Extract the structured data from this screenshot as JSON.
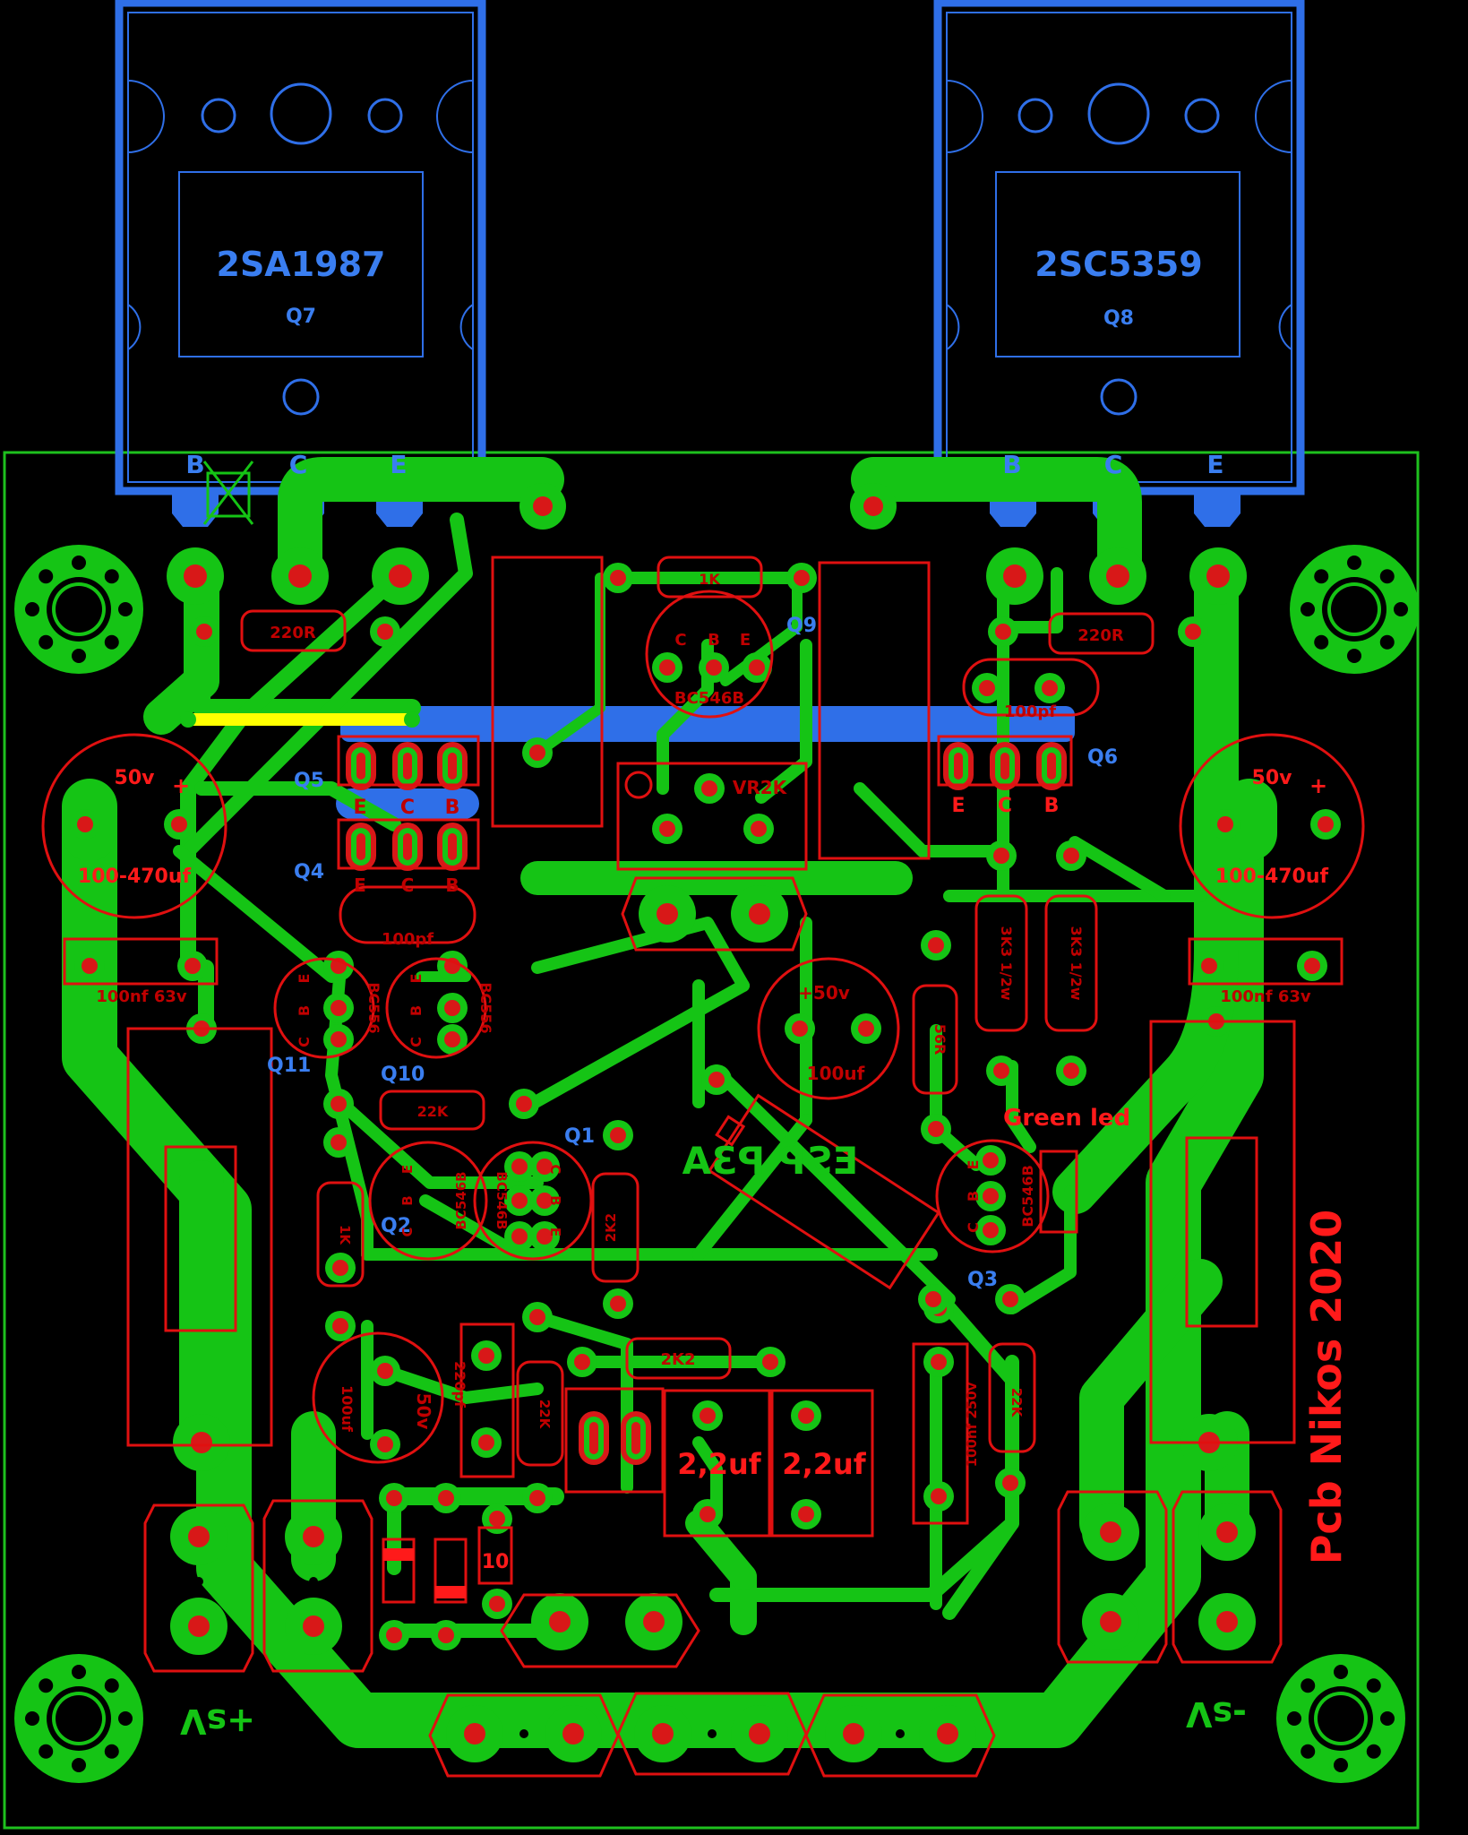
{
  "transistors": {
    "q7": {
      "part": "2SA1987",
      "ref": "Q7"
    },
    "q8": {
      "part": "2SC5359",
      "ref": "Q8"
    },
    "pins": [
      "B",
      "C",
      "E"
    ]
  },
  "refs": {
    "q9": "Q9",
    "q5": "Q5",
    "q4": "Q4",
    "q6": "Q6",
    "q11": "Q11",
    "q10": "Q10",
    "q1": "Q1",
    "q2": "Q2",
    "q3": "Q3"
  },
  "labels": {
    "r_1k": "1K",
    "r_220r_left": "220R",
    "r_220r_right": "220R",
    "q9_part": "BC546B",
    "q9_c": "C",
    "q9_b": "B",
    "q9_e": "E",
    "c_100pf_q6": "100pf",
    "c_100pf_q4": "100pf",
    "vr": "VR2K",
    "q5_e": "E",
    "q5_c": "C",
    "q5_b": "B",
    "q4_e": "E",
    "q4_c": "C",
    "q4_b": "B",
    "q6_e": "E",
    "q6_c": "C",
    "q6_b": "B",
    "cap_left_v": "50v",
    "cap_left_plus": "+",
    "cap_left_val": "100-470uf",
    "cap_right_v": "50v",
    "cap_right_plus": "+",
    "cap_right_val": "100-470uf",
    "c_100nf_left": "100nf 63v",
    "c_100nf_right": "100nf 63v",
    "bc556_a": "BC556",
    "bc556_b": "BC556",
    "cbe_e": "E",
    "cbe_b": "B",
    "cbe_c": "C",
    "c_100uf_v": "+50v",
    "c_100uf_val": "100uf",
    "r_3k3_a": "3K3 1/2w",
    "r_3k3_b": "3K3 1/2w",
    "r_56r": "56R",
    "green_led": "Green led",
    "q3_part": "BC546B",
    "r_22k_mid": "22K",
    "esp_mirror": "ESP P3A",
    "bc546b_q2": "BC546B",
    "bc546b_q1": "BC546B",
    "r_2k2_v": "2K2",
    "r_1k_v": "1K",
    "r_2k2_h": "2K2",
    "c_100uf_50v_a": "100uf",
    "c_100uf_50v_b": "50v",
    "c_220pf": "220pf",
    "r_22k_v": "22K",
    "c_22uf_a": "2,2uf",
    "c_22uf_b": "2,2uf",
    "c_100nf_250v": "100nf 250v",
    "r_22k_q3": "22K",
    "r_10": "10",
    "credit": "Pcb Nikos 2020",
    "vs_plus": "+sV",
    "vs_minus": "-sV"
  },
  "colors": {
    "copper": "#15c415",
    "pad": "#d81818",
    "silk": "#e01010",
    "top_layer": "#2f6fe8",
    "outline": "#1ec01e",
    "jumper": "#ffff00",
    "background": "#000000"
  }
}
